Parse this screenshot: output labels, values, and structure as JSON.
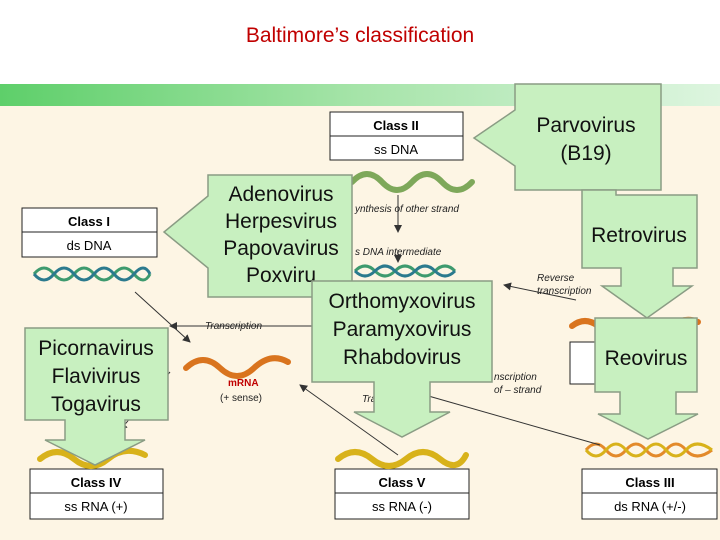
{
  "title": "Baltimore’s classification",
  "classes": {
    "c1": {
      "name": "Class I",
      "type": "ds DNA"
    },
    "c2": {
      "name": "Class II",
      "type": "ss DNA"
    },
    "c3": {
      "name": "Class III",
      "type": "ds RNA (+/-)"
    },
    "c4": {
      "name": "Class IV",
      "type": "ss RNA (+)"
    },
    "c5": {
      "name": "Class V",
      "type": "ss RNA (-)"
    }
  },
  "viruses": {
    "parvo": [
      "Parvovirus",
      "(B19)"
    ],
    "adeno": [
      "Adenovirus",
      "Herpesvirus",
      "Papovavirus",
      "Poxviru"
    ],
    "retro": [
      "Retrovirus"
    ],
    "ortho": [
      "Orthomyxovirus",
      "Paramyxovirus",
      "Rhabdovirus"
    ],
    "reo": [
      "Reovirus"
    ],
    "picorna": [
      "Picornavirus",
      "Flavivirus",
      "Togavirus"
    ]
  },
  "labels": {
    "synthesis": "ynthesis of other strand",
    "intermediate": "s DNA intermediate",
    "reverse": [
      "Reverse",
      "transcription"
    ],
    "transcription": "Transcription",
    "mrna": "mRNA",
    "sense": "(+ sense)",
    "trans_minus": [
      "nscription",
      "of – strand"
    ],
    "tra": "Tra"
  },
  "colors": {
    "title": "#c00000",
    "green_box": "#c8f0c0",
    "green_border": "#8a9c84",
    "mrna": "#d9741e",
    "ss_rna_yellow": "#d8b21a",
    "ds_strand_green": "#3d9a6e",
    "ds_strand_orange": "#e38a2a",
    "ss_dna_green": "#7ea85a"
  }
}
